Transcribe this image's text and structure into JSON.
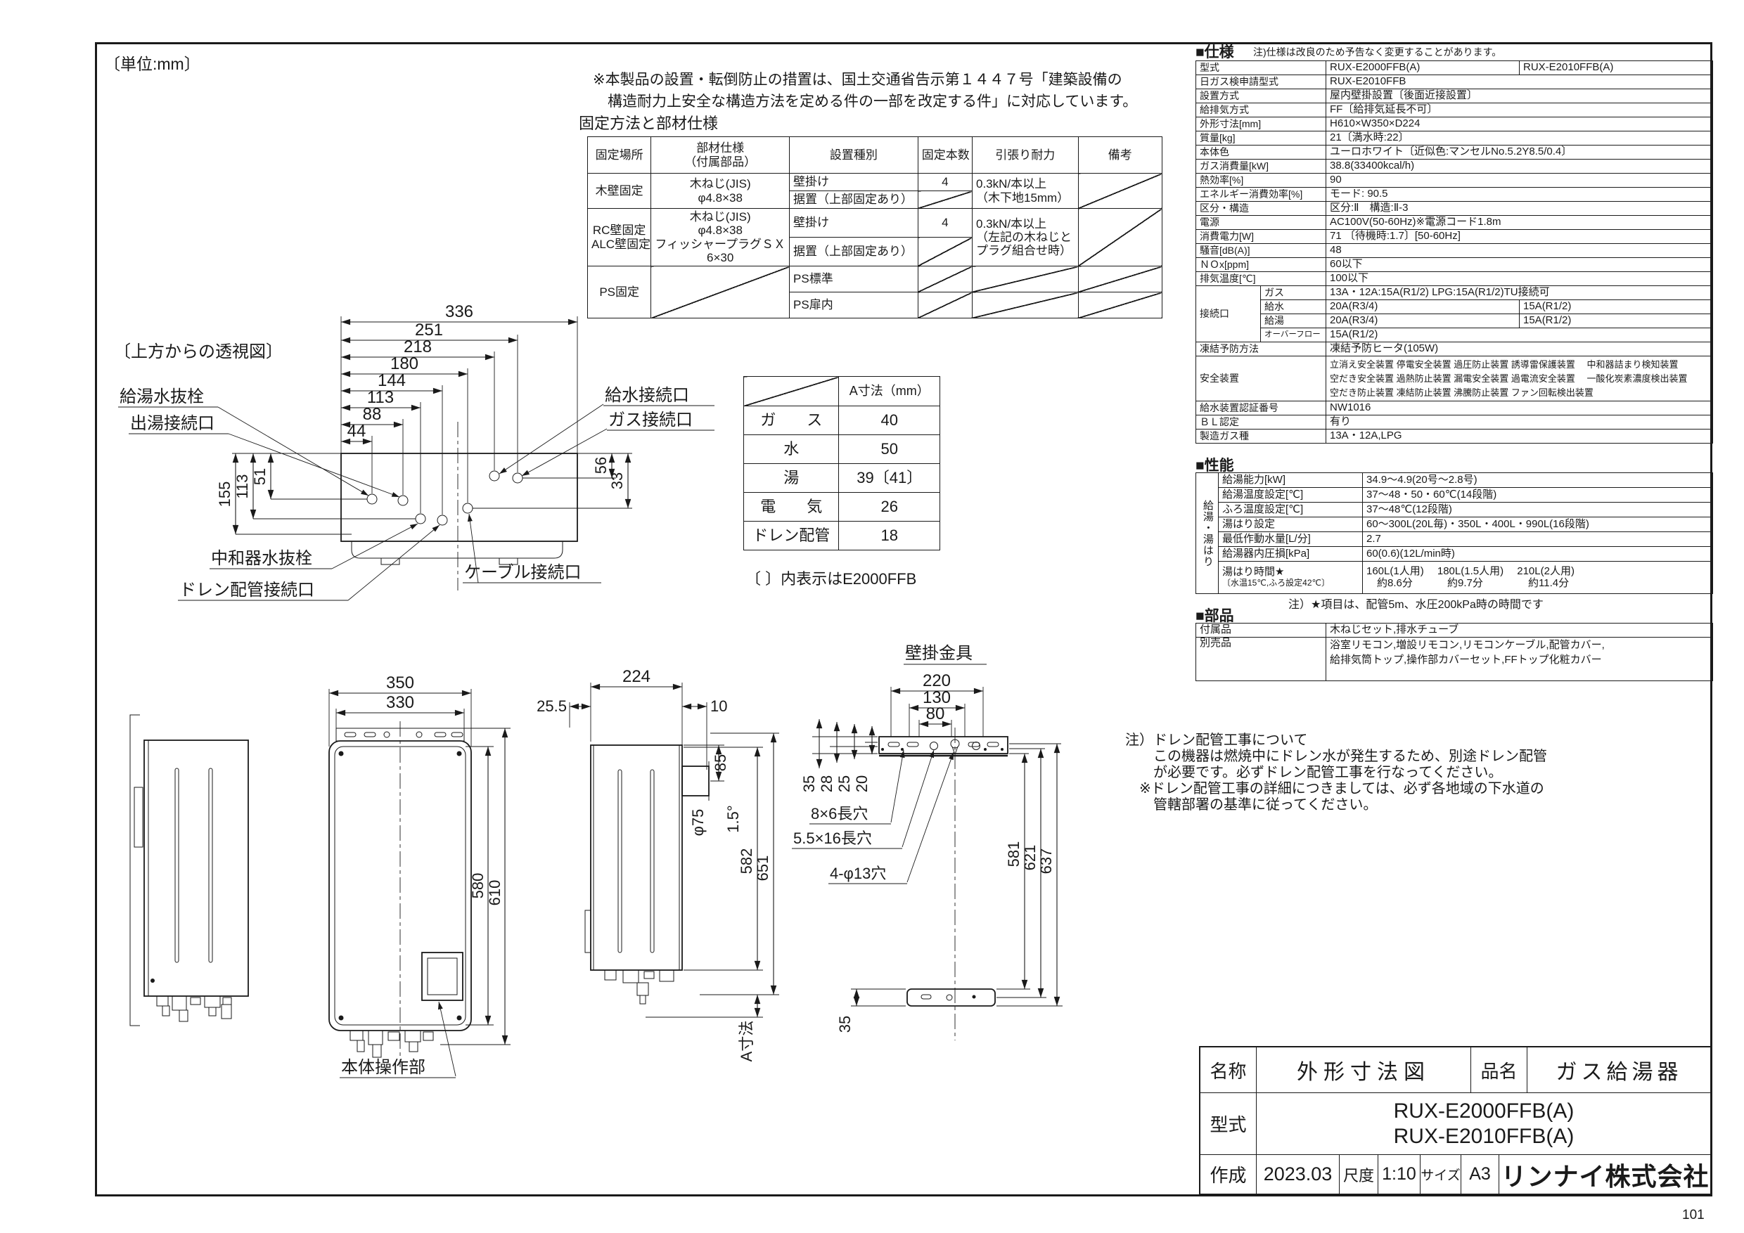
{
  "page": {
    "unit_note": "〔単位:mm〕",
    "page_number": "101",
    "compliance_note_1": "※本製品の設置・転倒防止の措置は、国土交通省告示第１４４７号「建築設備の",
    "compliance_note_2": "　構造耐力上安全な構造方法を定める件の一部を改定する件」に対応しています。"
  },
  "fixing": {
    "title": "固定方法と部材仕様",
    "headers": {
      "place": "固定場所",
      "material_1": "部材仕様",
      "material_2": "（付属部品）",
      "type": "設置種別",
      "count": "固定本数",
      "pull": "引張り耐力",
      "remarks": "備考"
    },
    "wood": {
      "place": "木壁固定",
      "material_1": "木ねじ(JIS)",
      "material_2": "φ4.8×38",
      "type_1": "壁掛け",
      "count_1": "4",
      "type_2": "据置（上部固定あり）",
      "pull_1": "0.3kN/本以上",
      "pull_2": "（木下地15mm）"
    },
    "rc": {
      "place_1": "RC壁固定",
      "place_2": "ALC壁固定",
      "material_1": "木ねじ(JIS)",
      "material_2": "φ4.8×38",
      "material_3": "フィッシャープラグＳＸ",
      "material_4": "6×30",
      "type_1": "壁掛け",
      "count_1": "4",
      "type_2": "据置（上部固定あり）",
      "pull_1": "0.3kN/本以上",
      "pull_2": "（左記の木ねじと",
      "pull_3": "プラグ組合せ時）"
    },
    "ps": {
      "place": "PS固定",
      "type_1": "PS標準",
      "type_2": "PS扉内"
    }
  },
  "top_view": {
    "title": "〔上方からの透視図〕",
    "dim_336": "336",
    "dim_251": "251",
    "dim_218": "218",
    "dim_180": "180",
    "dim_144": "144",
    "dim_113": "113",
    "dim_88": "88",
    "dim_44": "44",
    "dim_155": "155",
    "dim_113_left": "113",
    "dim_51": "51",
    "dim_56": "56",
    "dim_33": "33",
    "label_water_drain": "給湯水抜栓",
    "label_hot_out": "出湯接続口",
    "label_water_in": "給水接続口",
    "label_gas": "ガス接続口",
    "label_neutralizer": "中和器水抜栓",
    "label_drain_pipe": "ドレン配管接続口",
    "label_cable": "ケーブル接続口"
  },
  "a_table": {
    "header": "A寸法（mm）",
    "rows": [
      {
        "label": "ガ　　ス",
        "value": "40"
      },
      {
        "label": "水",
        "value": "50"
      },
      {
        "label": "湯",
        "value": "39〔41〕"
      },
      {
        "label": "電　　気",
        "value": "26"
      },
      {
        "label": "ドレン配管",
        "value": "18"
      }
    ],
    "note": "〔 〕内表示はE2000FFB"
  },
  "spec": {
    "title": "■仕様",
    "title_note": "注)仕様は改良のため予告なく変更することがあります。",
    "rows": [
      {
        "label": "型式",
        "value": "RUX-E2000FFB(A)",
        "value2": "RUX-E2010FFB(A)"
      },
      {
        "label": "日ガス検申請型式",
        "value": "RUX-E2010FFB"
      },
      {
        "label": "設置方式",
        "value": "屋内壁掛設置〔後面近接設置〕"
      },
      {
        "label": "給排気方式",
        "value": "FF〔給排気延長不可〕"
      },
      {
        "label": "外形寸法[mm]",
        "value": "H610×W350×D224"
      },
      {
        "label": "質量[kg]",
        "value": "21〔満水時:22〕"
      },
      {
        "label": "本体色",
        "value": "ユーロホワイト〔近似色:マンセルNo.5.2Y8.5/0.4〕"
      },
      {
        "label": "ガス消費量[kW]",
        "value": "38.8(33400kcal/h)"
      },
      {
        "label": "熱効率[%]",
        "value": "90"
      },
      {
        "label": "エネルギー消費効率[%]",
        "value": "モード: 90.5"
      },
      {
        "label": "区分・構造",
        "value": "区分:Ⅱ　構造:Ⅱ-3"
      },
      {
        "label": "電源",
        "value": "AC100V(50-60Hz)※電源コード1.8m"
      },
      {
        "label": "消費電力[W]",
        "value": "71 〔待機時:1.7〕[50-60Hz]"
      },
      {
        "label": "騒音[dB(A)]",
        "value": "48"
      },
      {
        "label": "ＮＯx[ppm]",
        "value": "60以下"
      },
      {
        "label": "排気温度[℃]",
        "value": "100以下"
      }
    ],
    "connection": {
      "label": "接続口",
      "gas_label": "ガス",
      "gas_value": "13A・12A:15A(R1/2) LPG:15A(R1/2)TU接続可",
      "water_label": "給水",
      "water_value": "20A(R3/4)",
      "water_value2": "15A(R1/2)",
      "hot_label": "給湯",
      "hot_value": "20A(R3/4)",
      "hot_value2": "15A(R1/2)",
      "overflow_label": "オーバーフロー",
      "overflow_value": "15A(R1/2)"
    },
    "freeze": {
      "label": "凍結予防方法",
      "value": "凍結予防ヒータ(105W)"
    },
    "safety": {
      "label": "安全装置",
      "line1": "立消え安全装置 停電安全装置 過圧防止装置 誘導雷保護装置　 中和器詰まり検知装置",
      "line2": "空だき安全装置 過熱防止装置 漏電安全装置 過電流安全装置　 一酸化炭素濃度検出装置",
      "line3": "空だき防止装置 凍結防止装置 沸騰防止装置 ファン回転検出装置"
    },
    "cert": {
      "label": "給水装置認証番号",
      "value": "NW1016"
    },
    "bl": {
      "label": "ＢＬ認定",
      "value": "有り"
    },
    "gas_types": {
      "label": "製造ガス種",
      "value": "13A・12A,LPG"
    }
  },
  "performance": {
    "title": "■性能",
    "side_label": "給湯・湯はり",
    "rows": [
      {
        "label": "給湯能力[kW]",
        "value": "34.9〜4.9(20号〜2.8号)"
      },
      {
        "label": "給湯温度設定[℃]",
        "value": "37〜48・50・60℃(14段階)"
      },
      {
        "label": "ふろ温度設定[℃]",
        "value": "37〜48℃(12段階)"
      },
      {
        "label": "湯はり設定",
        "value": "60〜300L(20L毎)・350L・400L・990L(16段階)"
      },
      {
        "label": "最低作動水量[L/分]",
        "value": "2.7"
      },
      {
        "label": "給湯器内圧損[kPa]",
        "value": "60(0.6)(12L/min時)"
      }
    ],
    "fill_time": {
      "label_1": "湯はり時間★",
      "label_2": "〔水温15℃,ふろ設定42℃〕",
      "value_1": "160L(1人用)　 180L(1.5人用)　 210L(2人用)",
      "value_2": "　約8.6分　　　 約9.7分　　　　 約11.4分"
    },
    "note": "注）★項目は、配管5m、水圧200kPa時の時間です"
  },
  "parts": {
    "title": "■部品",
    "accessory_label": "付属品",
    "accessory_value": "木ねじセット,排水チューブ",
    "optional_label": "別売品",
    "optional_value_1": "浴室リモコン,増設リモコン,リモコンケーブル,配管カバー,",
    "optional_value_2": "給排気筒トップ,操作部カバーセット,FFトップ化粧カバー"
  },
  "drain_note": {
    "line1": "注）ドレン配管工事について",
    "line2": "　　この機器は燃焼中にドレン水が発生するため、別途ドレン配管",
    "line3": "　　が必要です。必ずドレン配管工事を行なってください。",
    "line4": "　※ドレン配管工事の詳細につきましては、必ず各地域の下水道の",
    "line5": "　　管轄部署の基準に従ってください。"
  },
  "front_view": {
    "dim_350": "350",
    "dim_330": "330",
    "dim_580": "580",
    "dim_610": "610",
    "label_panel": "本体操作部"
  },
  "side_view": {
    "dim_224": "224",
    "dim_25_5": "25.5",
    "dim_10": "10",
    "dim_85": "85",
    "dim_phi75": "φ75",
    "dim_slope": "1.5°",
    "dim_582": "582",
    "dim_651": "651",
    "dim_a": "A寸法"
  },
  "bracket_view": {
    "title": "壁掛金具",
    "dim_220": "220",
    "dim_130": "130",
    "dim_80": "80",
    "dim_35": "35",
    "dim_28": "28",
    "dim_25": "25",
    "dim_20": "20",
    "label_slot86": "8×6長穴",
    "label_slot5516": "5.5×16長穴",
    "label_holes": "4-φ13穴",
    "dim_581": "581",
    "dim_621": "621",
    "dim_637": "637",
    "dim_35b": "35"
  },
  "title_block": {
    "name_label": "名称",
    "name_value": "外形寸法図",
    "item_label": "品名",
    "item_value": "ガス給湯器",
    "model_label": "型式",
    "model_value_1": "RUX-E2000FFB(A)",
    "model_value_2": "RUX-E2010FFB(A)",
    "created_label": "作成",
    "created_value": "2023.03",
    "scale_label": "尺度",
    "scale_value": "1:10",
    "size_label": "サイズ",
    "size_value": "A3",
    "company": "リンナイ株式会社"
  }
}
